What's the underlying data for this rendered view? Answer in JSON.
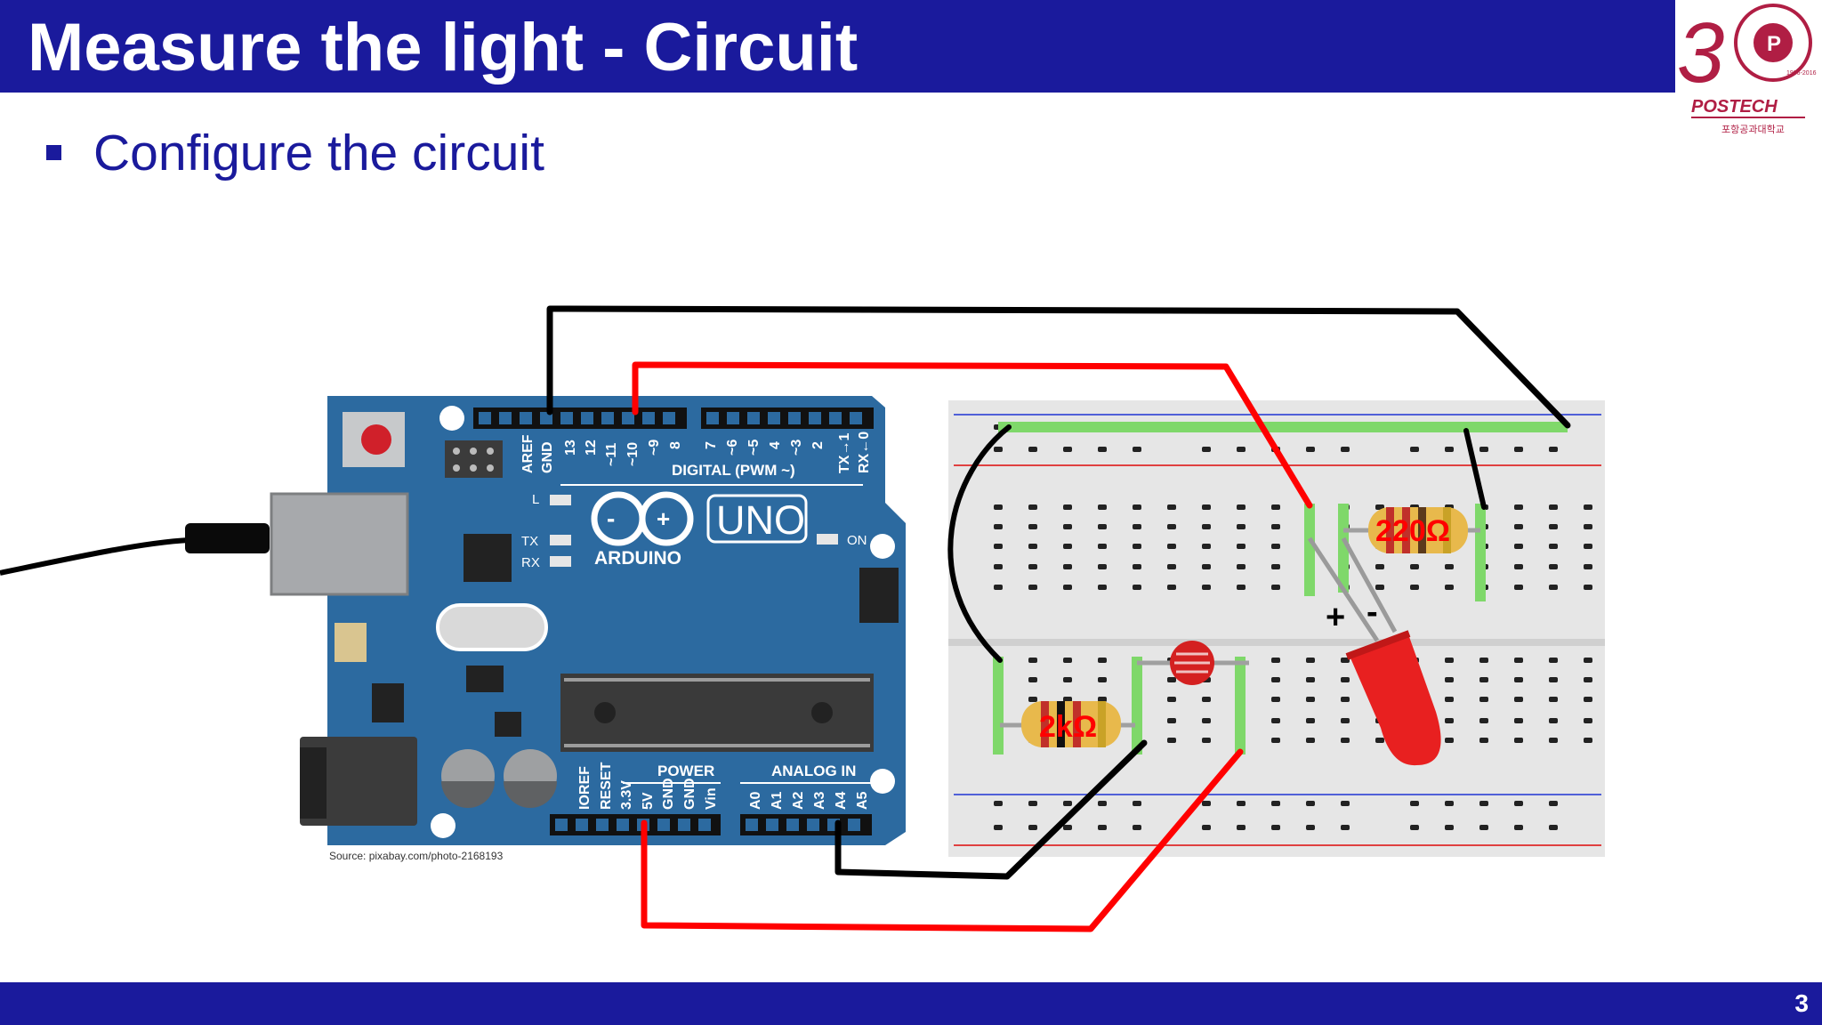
{
  "slide": {
    "title": "Measure the light - Circuit",
    "bullet": "Configure the circuit",
    "page_number": "3"
  },
  "logo": {
    "text": "POSTECH",
    "subtext": "포항공과대학교",
    "years": "1986-2016"
  },
  "arduino": {
    "brand": "ARDUINO",
    "model": "UNO",
    "digital_label": "DIGITAL (PWM ~)",
    "power_label": "POWER",
    "analog_label": "ANALOG IN",
    "on_label": "ON",
    "l_label": "L",
    "tx_label": "TX",
    "rx_label": "RX",
    "digital_pins": [
      "AREF",
      "GND",
      "13",
      "12",
      "~11",
      "~10",
      "~9",
      "8",
      "7",
      "~6",
      "~5",
      "4",
      "~3",
      "2",
      "TX→1",
      "RX←0"
    ],
    "power_pins": [
      "IOREF",
      "RESET",
      "3.3V",
      "5V",
      "GND",
      "GND",
      "Vin"
    ],
    "analog_pins": [
      "A0",
      "A1",
      "A2",
      "A3",
      "A4",
      "A5"
    ]
  },
  "components": {
    "resistor_1": "2kΩ",
    "resistor_2": "220Ω",
    "led_plus": "+",
    "led_minus": "-"
  },
  "source": "Source: pixabay.com/photo-2168193",
  "colors": {
    "title_bar": "#1a1a9c",
    "arduino_board": "#2c6aa0",
    "wire_black": "#000000",
    "wire_red": "#ff0000",
    "breadboard_highlight": "#7fd86a",
    "resistor_label": "#ff0000"
  }
}
